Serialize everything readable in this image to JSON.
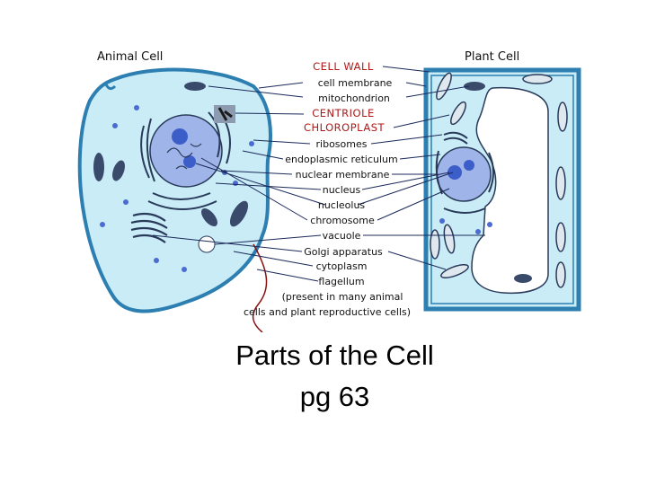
{
  "diagram": {
    "animal_title": "Animal Cell",
    "plant_title": "Plant Cell",
    "labels": [
      {
        "id": "cell-wall",
        "text": "CELL WALL",
        "style": "red"
      },
      {
        "id": "cell-membrane",
        "text": "cell membrane",
        "style": "normal"
      },
      {
        "id": "mitochondrion",
        "text": "mitochondrion",
        "style": "normal"
      },
      {
        "id": "centriole",
        "text": "CENTRIOLE",
        "style": "red"
      },
      {
        "id": "chloroplast",
        "text": "CHLOROPLAST",
        "style": "red"
      },
      {
        "id": "ribosomes",
        "text": "ribosomes",
        "style": "normal"
      },
      {
        "id": "endoplasmic-reticulum",
        "text": "endoplasmic reticulum",
        "style": "normal"
      },
      {
        "id": "nuclear-membrane",
        "text": "nuclear membrane",
        "style": "normal"
      },
      {
        "id": "nucleus",
        "text": "nucleus",
        "style": "normal"
      },
      {
        "id": "nucleolus",
        "text": "nucleolus",
        "style": "normal"
      },
      {
        "id": "chromosome",
        "text": "chromosome",
        "style": "normal"
      },
      {
        "id": "vacuole",
        "text": "vacuole",
        "style": "normal"
      },
      {
        "id": "golgi-apparatus",
        "text": "Golgi apparatus",
        "style": "normal"
      },
      {
        "id": "cytoplasm",
        "text": "cytoplasm",
        "style": "normal"
      },
      {
        "id": "flagellum",
        "text": "flagellum",
        "style": "normal"
      },
      {
        "id": "flagellum-note-1",
        "text": "(present in many animal",
        "style": "normal"
      },
      {
        "id": "flagellum-note-2",
        "text": "cells and plant reproductive cells)",
        "style": "normal"
      }
    ]
  },
  "caption": {
    "line1": "Parts of the Cell",
    "line2": "pg 63"
  },
  "colors": {
    "cell_fill": "#c9ecf7",
    "cell_outline": "#2c7fb0",
    "nucleus_fill": "#8fa6e0",
    "organelle": "#2a3a5a",
    "label_red": "#b01818"
  }
}
